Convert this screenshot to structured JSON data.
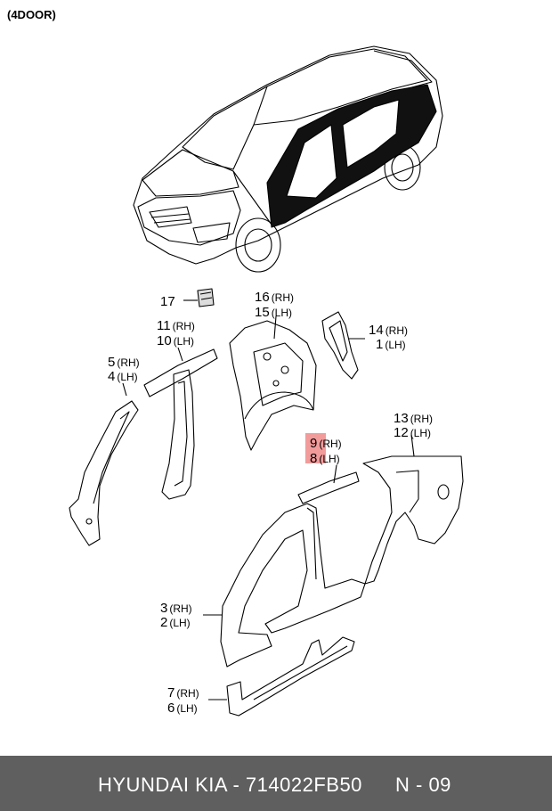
{
  "header": {
    "variant": "(4DOOR)"
  },
  "callouts": [
    {
      "id": "17",
      "num": "17",
      "side": ""
    },
    {
      "id": "16-15",
      "num": "16",
      "side": "(RH)"
    },
    {
      "id": "15",
      "num": "15",
      "side": "(LH)"
    },
    {
      "id": "14",
      "num": "14",
      "side": "(RH)"
    },
    {
      "id": "1",
      "num": "1",
      "side": "(LH)"
    },
    {
      "id": "11",
      "num": "11",
      "side": "(RH)"
    },
    {
      "id": "10",
      "num": "10",
      "side": "(LH)"
    },
    {
      "id": "5",
      "num": "5",
      "side": "(RH)"
    },
    {
      "id": "4",
      "num": "4",
      "side": "(LH)"
    },
    {
      "id": "13",
      "num": "13",
      "side": "(RH)"
    },
    {
      "id": "12",
      "num": "12",
      "side": "(LH)"
    },
    {
      "id": "9",
      "num": "9",
      "side": "(RH)"
    },
    {
      "id": "8",
      "num": "8",
      "side": "(LH)"
    },
    {
      "id": "3",
      "num": "3",
      "side": "(RH)"
    },
    {
      "id": "2",
      "num": "2",
      "side": "(LH)"
    },
    {
      "id": "7",
      "num": "7",
      "side": "(RH)"
    },
    {
      "id": "6",
      "num": "6",
      "side": "(LH)"
    }
  ],
  "footer": {
    "brand_part": "HYUNDAI  KIA - 714022FB50",
    "page": "N - 09"
  },
  "colors": {
    "footer_bg": "#5f5f5f",
    "highlight": "#f08a8a"
  }
}
